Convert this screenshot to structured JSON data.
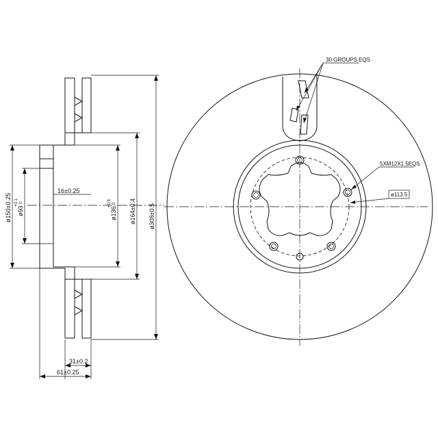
{
  "side_view": {
    "dim_outer_diameter": "ø308±0.5",
    "dim_friction_ring_inner": "ø164±0.4",
    "dim_hat_diameter": "ø136",
    "dim_hat_tolerance": "+0.5",
    "dim_hat_tolerance_lower": "0",
    "dim_hat_height": "16±0.25",
    "dim_flange_diameter": "ø150±0.25",
    "dim_center_bore": "ø93",
    "dim_center_bore_tolerance": "+0.1",
    "dim_center_bore_tolerance_lower": "0",
    "dim_disc_thickness": "31±0.2",
    "dim_total_height": "61±0.25"
  },
  "front_view": {
    "label_vent_groups": "30 GROUPS EQS",
    "label_bolt_holes": "5XM12X1.5EQS",
    "label_pcd": "ø113.5"
  }
}
